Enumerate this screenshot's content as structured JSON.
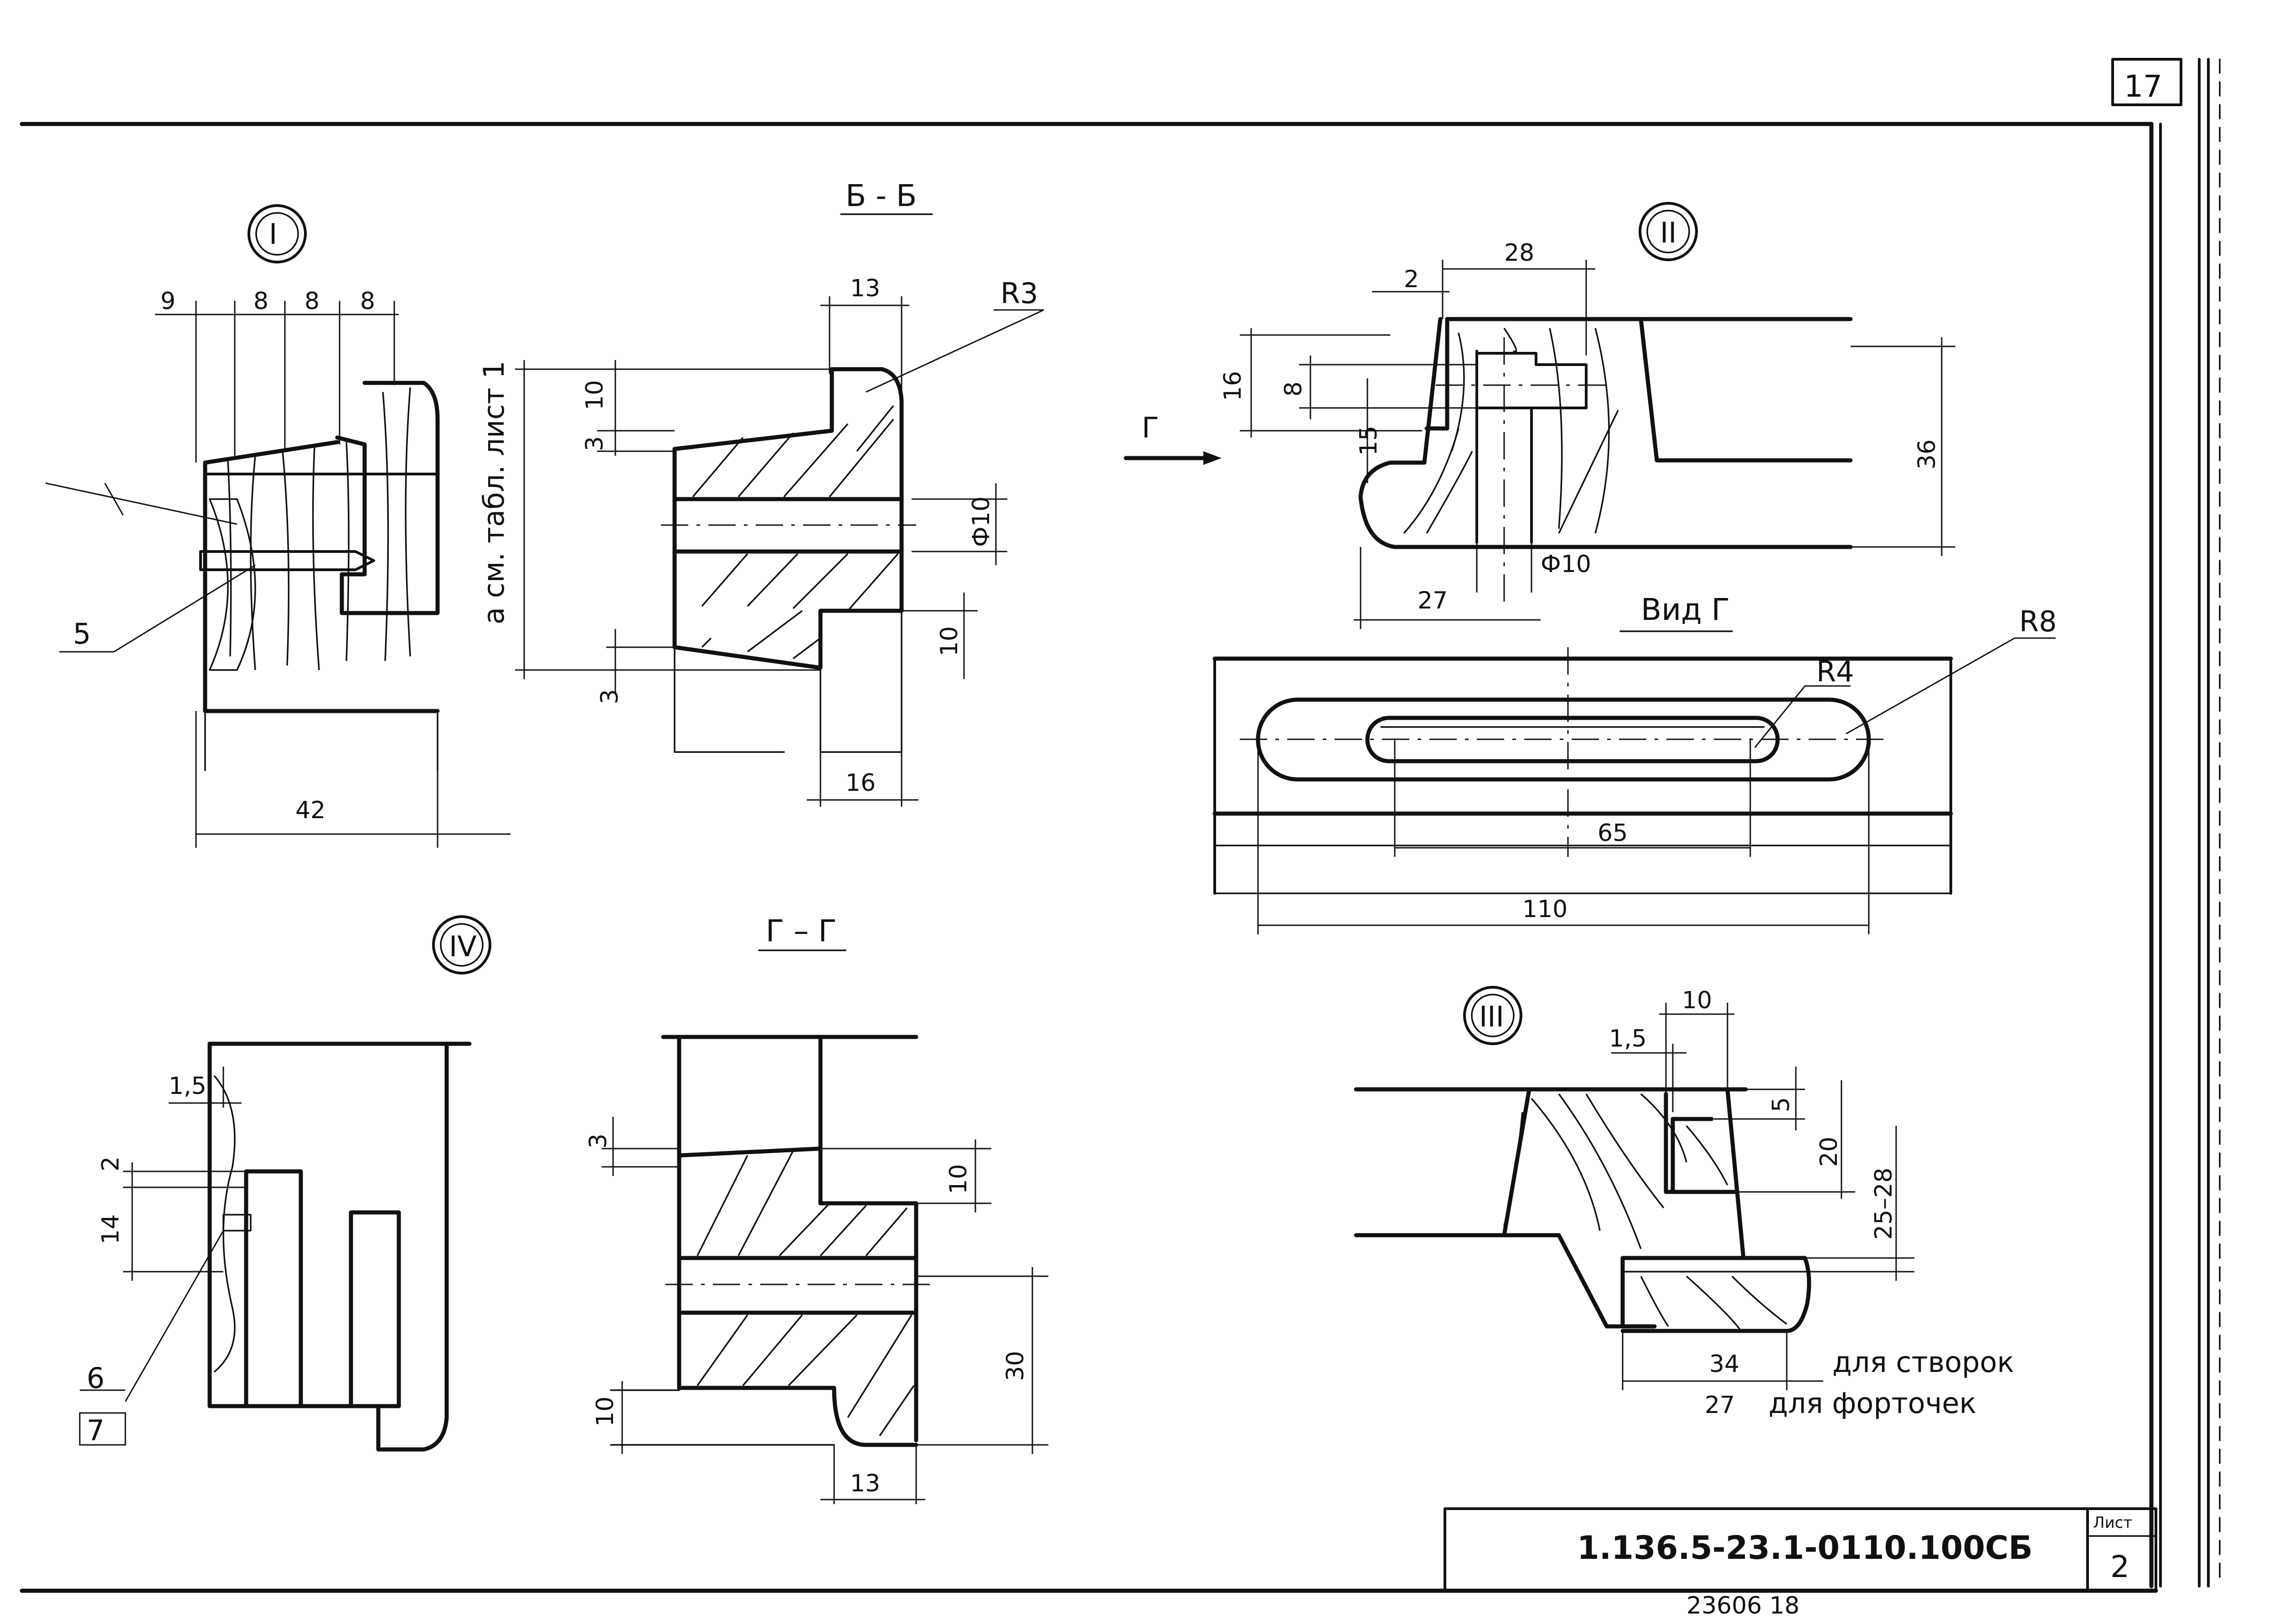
{
  "sheet": {
    "page_number": "17",
    "code": "1.136.5-23.1-0110.100СБ",
    "sheet_label": "Лист",
    "sheet_number": "2",
    "bottom_partial": "23606  18"
  },
  "views": {
    "v1": {
      "marker": "I",
      "dims": [
        "9",
        "8",
        "8",
        "8",
        "42"
      ],
      "callout": "5"
    },
    "section_bb": {
      "title": "Б - Б",
      "side_note": "а см. табл. лист 1",
      "dims": [
        "13",
        "R3",
        "3",
        "10",
        "Ф10",
        "10",
        "3",
        "16"
      ]
    },
    "v2": {
      "marker": "II",
      "arrow_label": "Г",
      "dims": [
        "2",
        "28",
        "16",
        "8",
        "15",
        "36",
        "Ф10",
        "27"
      ]
    },
    "view_g": {
      "title": "Вид Г",
      "dims": [
        "R8",
        "R4",
        "65",
        "110"
      ]
    },
    "v4": {
      "marker": "IV",
      "dims": [
        "1,5",
        "2",
        "14"
      ],
      "callouts": [
        "6",
        "7"
      ]
    },
    "section_gg": {
      "title": "Г – Г",
      "dims": [
        "3",
        "10",
        "30",
        "10",
        "13"
      ]
    },
    "v3": {
      "marker": "III",
      "dims": [
        "10",
        "1,5",
        "5",
        "20",
        "25–28",
        "34",
        "27"
      ],
      "notes": [
        "для створок",
        "для форточек"
      ]
    }
  }
}
